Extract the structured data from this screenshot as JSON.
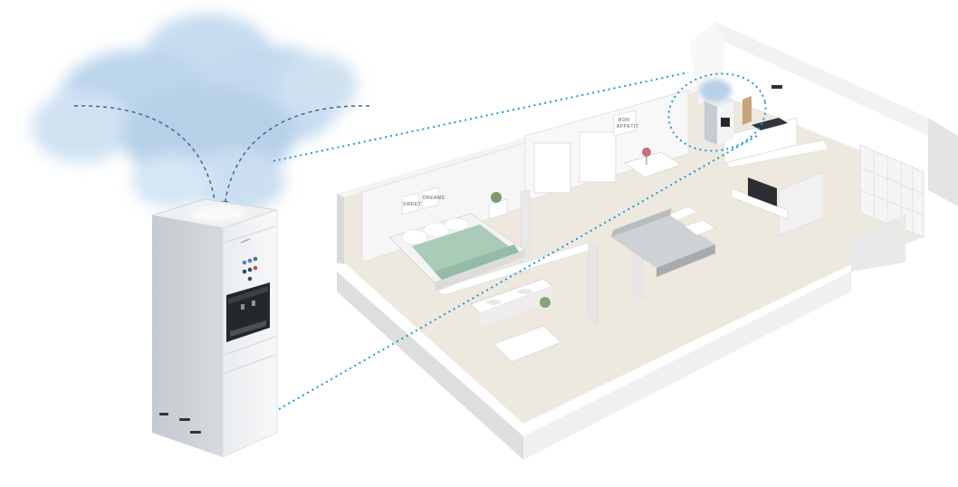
{
  "wall_labels": {
    "left_1": "SWEET",
    "left_2": "DREAMS",
    "right_1": "BON",
    "right_2": "APPETIT"
  },
  "colors": {
    "cloud": "#b9d3ea",
    "connector": "#1a9ad6",
    "device_body": "#dcdfe3",
    "device_panel": "#1f2327",
    "bedding": "#a9cbb8",
    "floor": "#ece7dc"
  }
}
